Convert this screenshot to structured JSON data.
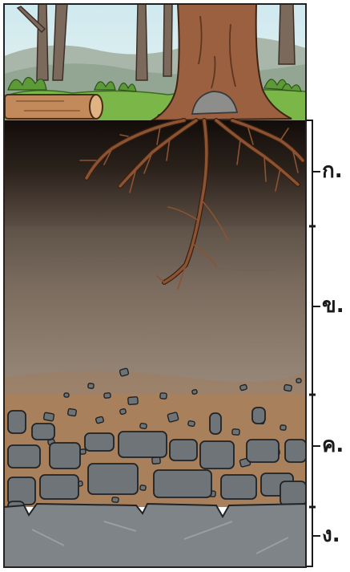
{
  "diagram": {
    "layers": [
      {
        "id": "a",
        "label": "ก."
      },
      {
        "id": "b",
        "label": "ข."
      },
      {
        "id": "c",
        "label": "ค."
      },
      {
        "id": "d",
        "label": "ง."
      }
    ]
  },
  "colors": {
    "sky": "#d5ecf1",
    "grass": "#7ab648",
    "topsoil_dark": "#231a14",
    "subsoil": "#8b7a6c",
    "weathered_rock_matrix": "#a9805c",
    "rock": "#6e7377",
    "bedrock": "#7f8488",
    "root": "#8b5332",
    "trunk": "#9a6040"
  }
}
